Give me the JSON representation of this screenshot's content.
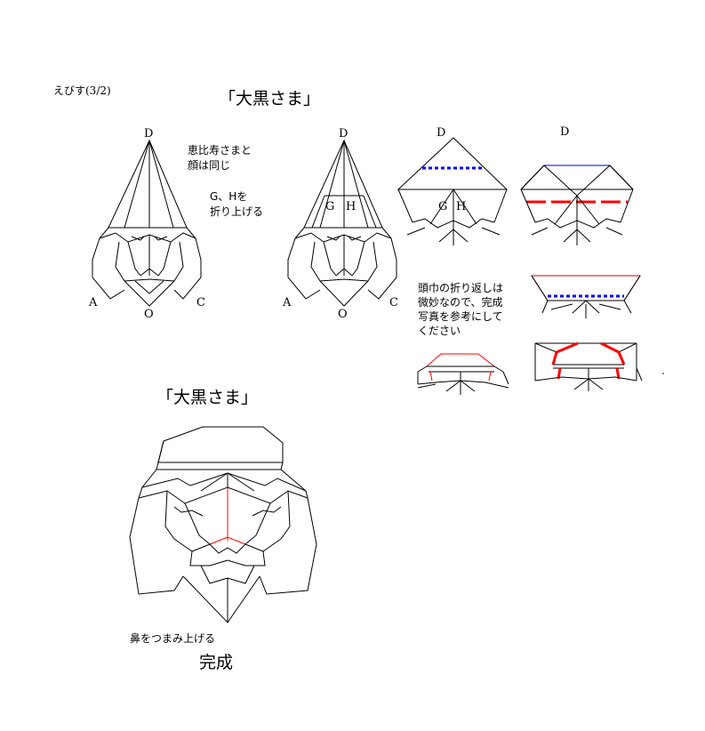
{
  "header": {
    "page_label": "えびす(3/2)"
  },
  "titles": {
    "top": "「大黒さま」",
    "bottom": "「大黒さま」"
  },
  "diagram1": {
    "note1_line1": "恵比寿さまと",
    "note1_line2": "顔は同じ",
    "note2_line1": "G、Hを",
    "note2_line2": "折り上げる",
    "label_d": "D",
    "label_a": "A",
    "label_c": "C",
    "label_o": "O"
  },
  "diagram2": {
    "label_d": "D",
    "label_a": "A",
    "label_c": "C",
    "label_o": "O",
    "label_g": "G",
    "label_h": "H"
  },
  "diagram3": {
    "label_d": "D",
    "label_g": "G",
    "label_h": "H"
  },
  "diagram4": {
    "label_d": "D"
  },
  "hood_note": {
    "line1": "頭巾の折り返しは",
    "line2": "微妙なので、完成",
    "line3": "写真を参考にして",
    "line4": "ください"
  },
  "final": {
    "nose_note": "鼻をつまみ上げる",
    "done": "完成"
  },
  "colors": {
    "line": "#000000",
    "fold_valley": "#0000ff",
    "fold_mountain": "#ff0000",
    "outline_blue": "#0000cc"
  }
}
